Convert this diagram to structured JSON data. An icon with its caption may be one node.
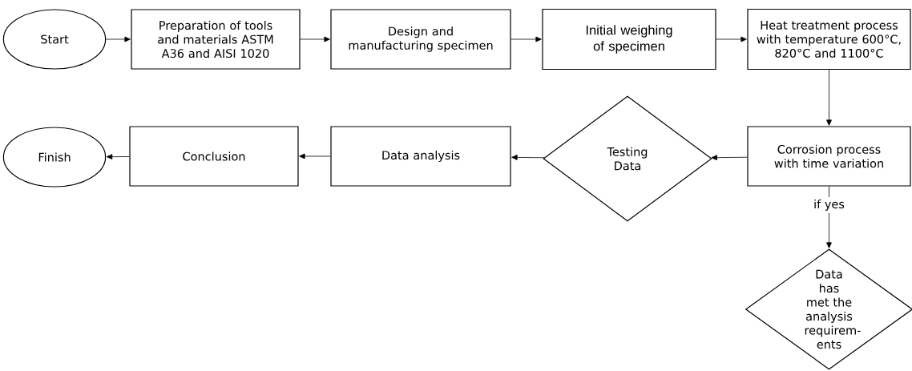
{
  "diagram": {
    "nodes": [
      {
        "text": [
          "Start"
        ]
      },
      {
        "text": [
          "Preparation of tools and materials ASTM A36 and AISI 1020"
        ]
      },
      {
        "text": [
          "Design and manufacturing specimen"
        ]
      },
      {
        "text": [
          "Initial weighing of specimen"
        ]
      },
      {
        "text": [
          "Heat treatment process with temperature 600°C, 820°C and 1100°C"
        ]
      },
      {
        "text": [
          "Corrosion process with time variation"
        ]
      },
      {
        "text": [
          "Testing Data"
        ]
      },
      {
        "text": [
          "Data analysis"
        ]
      },
      {
        "text": [
          "Conclusion"
        ]
      },
      {
        "text": [
          "Finish"
        ]
      },
      {
        "text": [
          "Data has met the analysis requirem- ents"
        ]
      }
    ],
    "edges": [
      {
        "from": 0,
        "to": 1,
        "arrow": "to"
      },
      {
        "from": 1,
        "to": 2,
        "arrow": "to"
      },
      {
        "from": 2,
        "to": 3,
        "arrow": "to"
      },
      {
        "from": 3,
        "to": 4,
        "arrow": "to"
      },
      {
        "from": 4,
        "to": 5,
        "arrow": "to"
      },
      {
        "from": 5,
        "to": 6,
        "arrow": "to"
      },
      {
        "from": 6,
        "to": 7,
        "arrow": "to"
      },
      {
        "from": 7,
        "to": 8,
        "arrow": "to"
      },
      {
        "from": 8,
        "to": 9,
        "arrow": "to"
      },
      {
        "from": 5,
        "to": 10,
        "label": "if yes",
        "arrow": "to"
      }
    ]
  }
}
